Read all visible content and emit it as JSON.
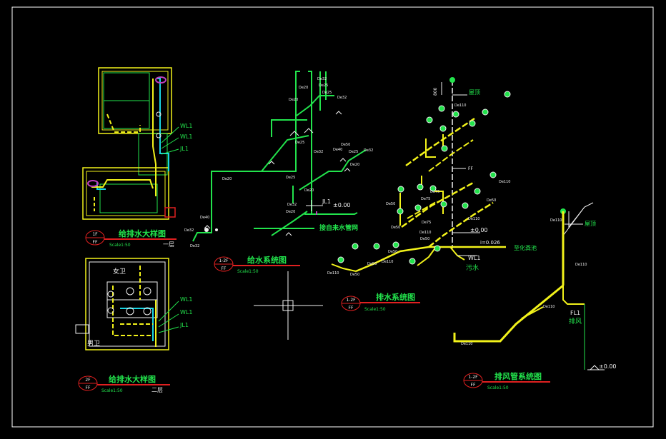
{
  "colors": {
    "background": "#000000",
    "frame": "#ffffff",
    "pipe_supply": "#22e34c",
    "pipe_drain": "#f2f21a",
    "pipe_cold": "#19d6e6",
    "title_line": "#e02020",
    "fixture": "#c040c0"
  },
  "detail_1f": {
    "title": "给排水大样图",
    "scale": "Scale1:50",
    "floor": "一层",
    "bubble_top": "1F",
    "bubble_bottom": "FF",
    "labels": [
      "WL1",
      "WL1",
      "JL1"
    ]
  },
  "detail_2f": {
    "title": "给排水大样图",
    "scale": "Scale1:50",
    "floor": "二层",
    "bubble_top": "2F",
    "bubble_bottom": "FF",
    "room_women": "女卫",
    "room_men": "男卫",
    "labels": [
      "WL1",
      "WL1",
      "JL1"
    ]
  },
  "water_supply": {
    "title": "给水系统图",
    "scale": "Scale1:50",
    "bubble_top": "1-2F",
    "bubble_bottom": "FF",
    "main_label": "JL1",
    "elevation": "±0.00",
    "note": "接自来水管网",
    "pipe_sizes": [
      "De32",
      "De25",
      "De20",
      "De25",
      "De20",
      "De32",
      "De25",
      "De40",
      "De32",
      "De25",
      "De50",
      "De32",
      "De20",
      "De20",
      "De25",
      "De20",
      "De32",
      "De20",
      "De40",
      "De32",
      "De32"
    ]
  },
  "drainage": {
    "title": "排水系统图",
    "scale": "Scale1:50",
    "bubble_top": "1-2F",
    "bubble_bottom": "FF",
    "roof": "屋顶",
    "riser": "WL1",
    "sewage": "污水",
    "to_well": "至化粪池",
    "elevation": "±0.00",
    "slope": "i=0.026",
    "floor_mark": "FF",
    "pipe_sizes": [
      "De110",
      "De75",
      "De110",
      "De50",
      "De75",
      "De50",
      "De110",
      "De110",
      "De50",
      "De50",
      "De110",
      "De75",
      "De50",
      "De50",
      "De110",
      "De50"
    ]
  },
  "exhaust": {
    "title": "排风管系统图",
    "scale": "Scale1:50",
    "bubble_top": "1-2F",
    "bubble_bottom": "FF",
    "roof": "屋顶",
    "riser": "FL1",
    "exhaust_label": "排风",
    "elevation": "±0.00",
    "pipe_sizes": [
      "De110",
      "De110",
      "De110",
      "De110"
    ]
  },
  "dimension_vertical": "800"
}
